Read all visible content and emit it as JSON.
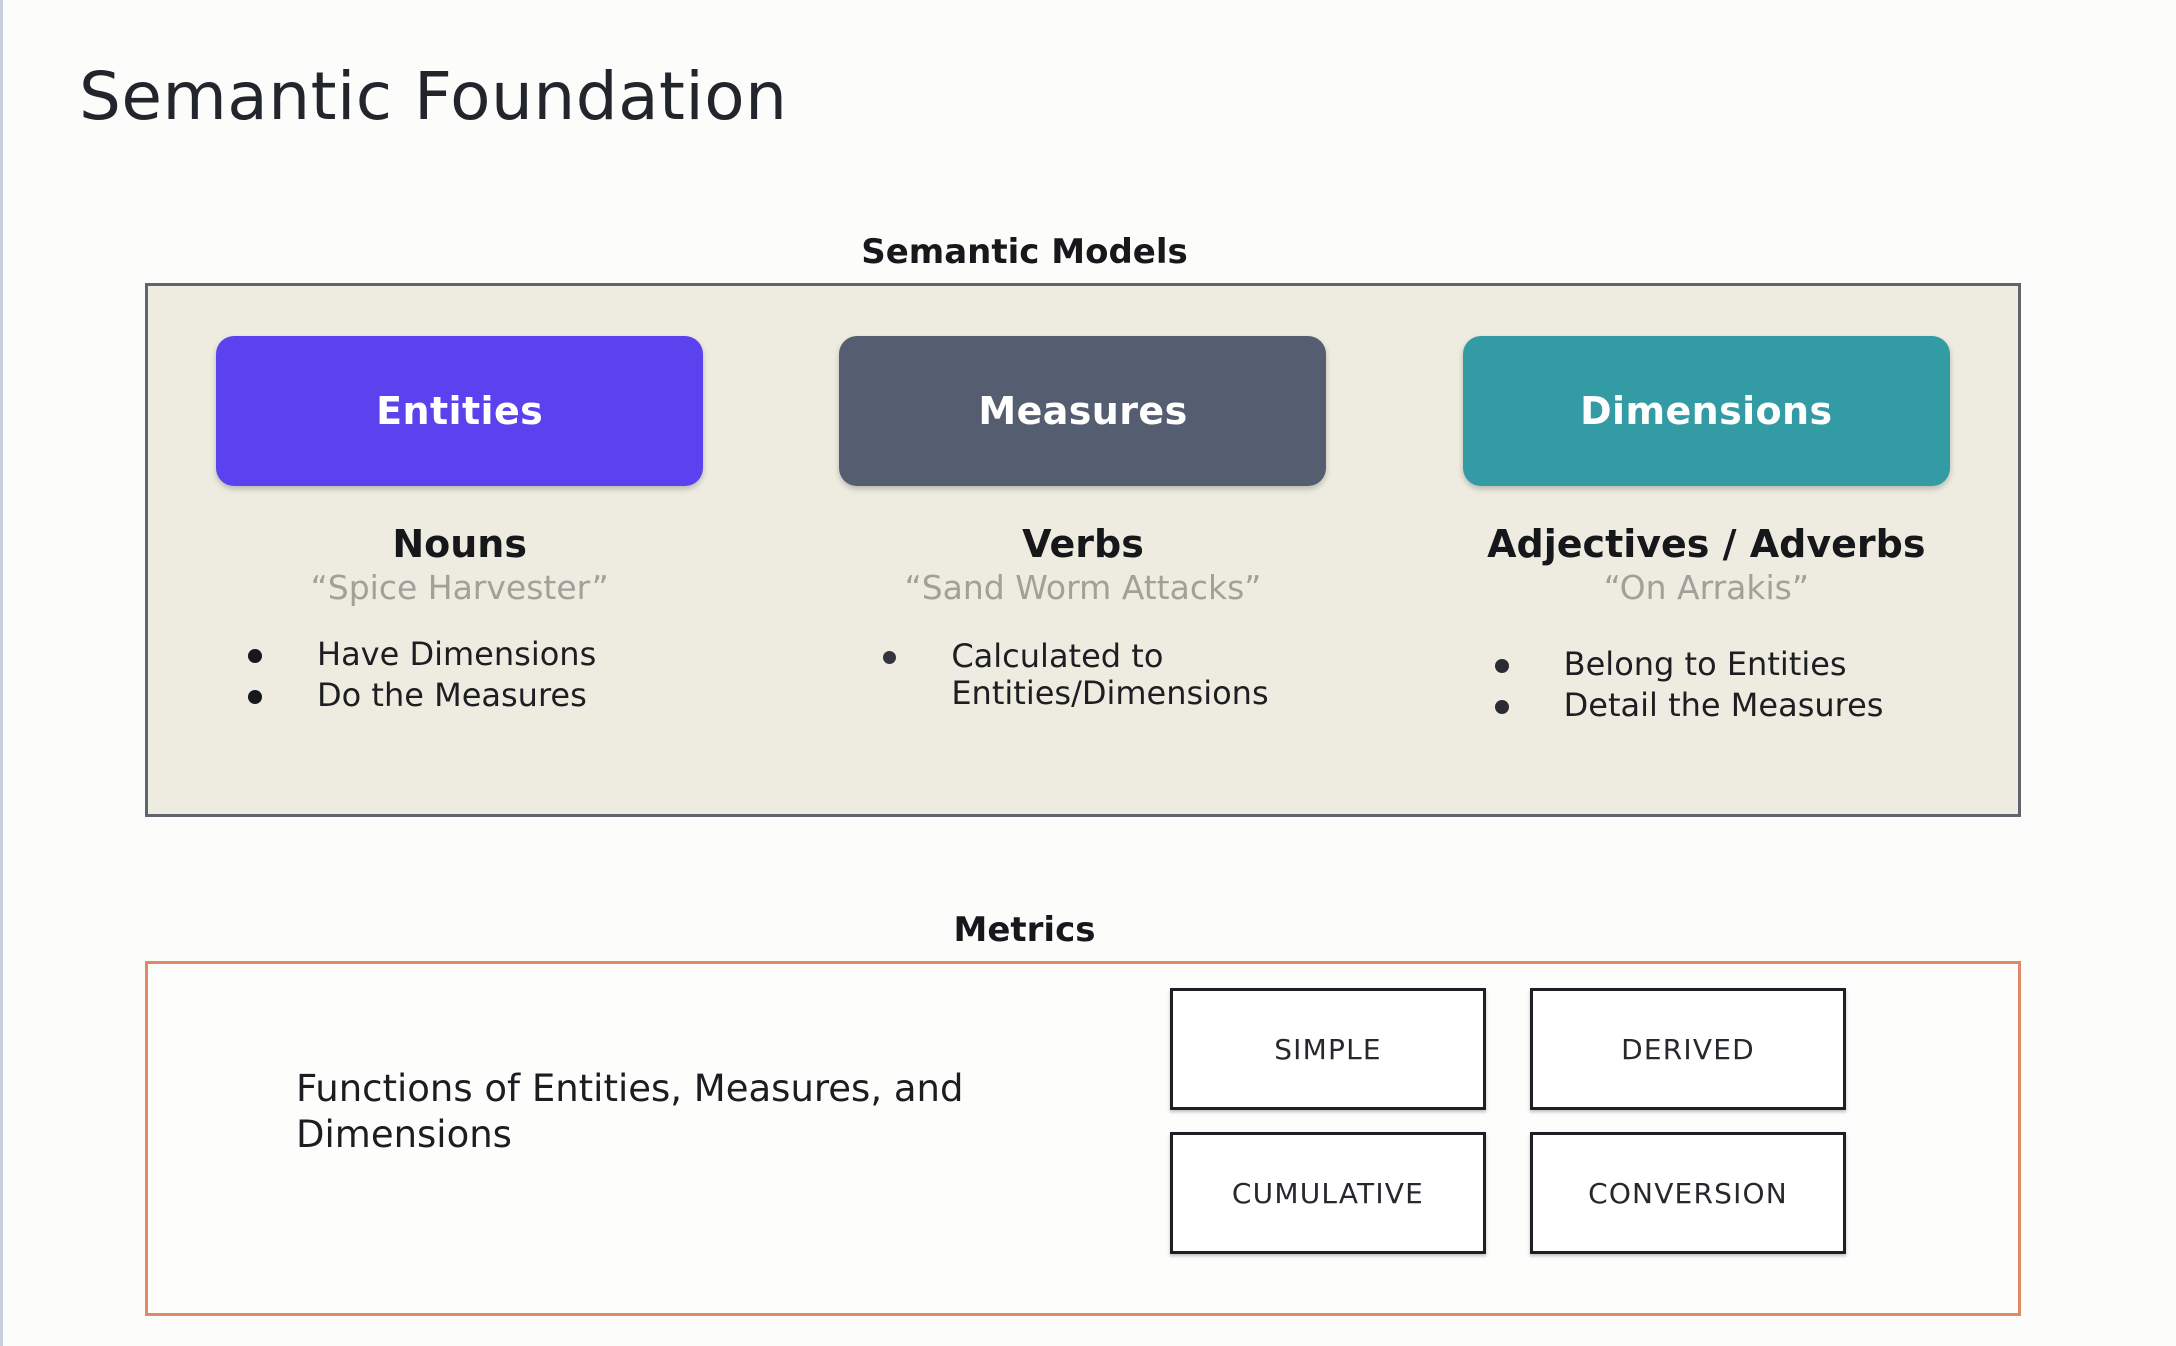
{
  "slide": {
    "title": "Semantic Foundation",
    "background_color": "#fcfcfa"
  },
  "semantic_models": {
    "heading": "Semantic Models",
    "panel_fill": "#eeece0",
    "panel_border": "#5f646d",
    "columns": [
      {
        "pill_label": "Entities",
        "pill_color": "#5b42ef",
        "part_of_speech": "Nouns",
        "example": "“Spice Harvester”",
        "bullets": [
          "Have Dimensions",
          "Do the Measures"
        ]
      },
      {
        "pill_label": "Measures",
        "pill_color": "#555d71",
        "part_of_speech": "Verbs",
        "example": "“Sand Worm Attacks”",
        "bullets": [
          "Calculated to Entities/Dimensions"
        ]
      },
      {
        "pill_label": "Dimensions",
        "pill_color": "#339ba4",
        "part_of_speech": "Adjectives / Adverbs",
        "example": "“On Arrakis”",
        "bullets": [
          "Belong to Entities",
          "Detail the Measures"
        ]
      }
    ]
  },
  "metrics": {
    "heading": "Metrics",
    "panel_border": "#e08868",
    "description": "Functions of Entities, Measures, and Dimensions",
    "types": [
      "SIMPLE",
      "DERIVED",
      "CUMULATIVE",
      "CONVERSION"
    ]
  }
}
